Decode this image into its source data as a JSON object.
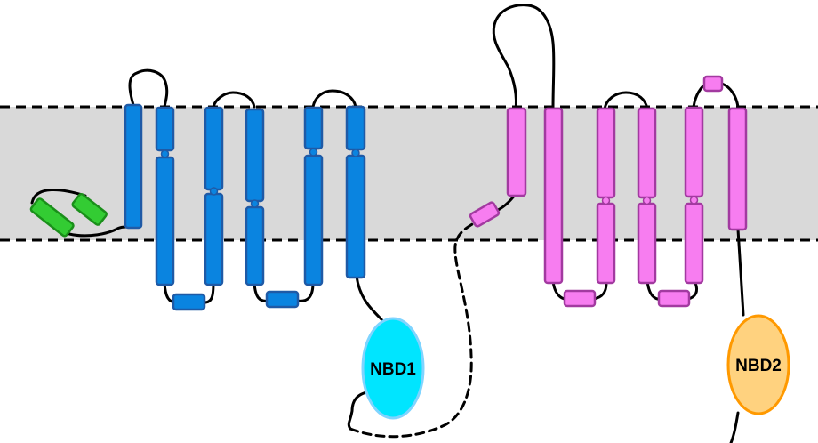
{
  "diagram": {
    "domains": [
      {
        "id": "nbd1",
        "label": "NBD1"
      },
      {
        "id": "nbd2",
        "label": "NBD2"
      }
    ],
    "colors": {
      "membrane": "#d9d9d9",
      "tmd1_helix": "#0a84e0",
      "tmd1_outline": "#1f5aa6",
      "tmd2_helix": "#f77df0",
      "tmd2_outline": "#a23aa0",
      "lasso_helix": "#33cc33",
      "lasso_outline": "#1a8f1a",
      "nbd1_fill": "#00e5ff",
      "nbd1_outline": "#7fd4ff",
      "nbd2_fill": "#ffd27f",
      "nbd2_outline": "#ff9900",
      "loop_line": "#000000"
    }
  }
}
